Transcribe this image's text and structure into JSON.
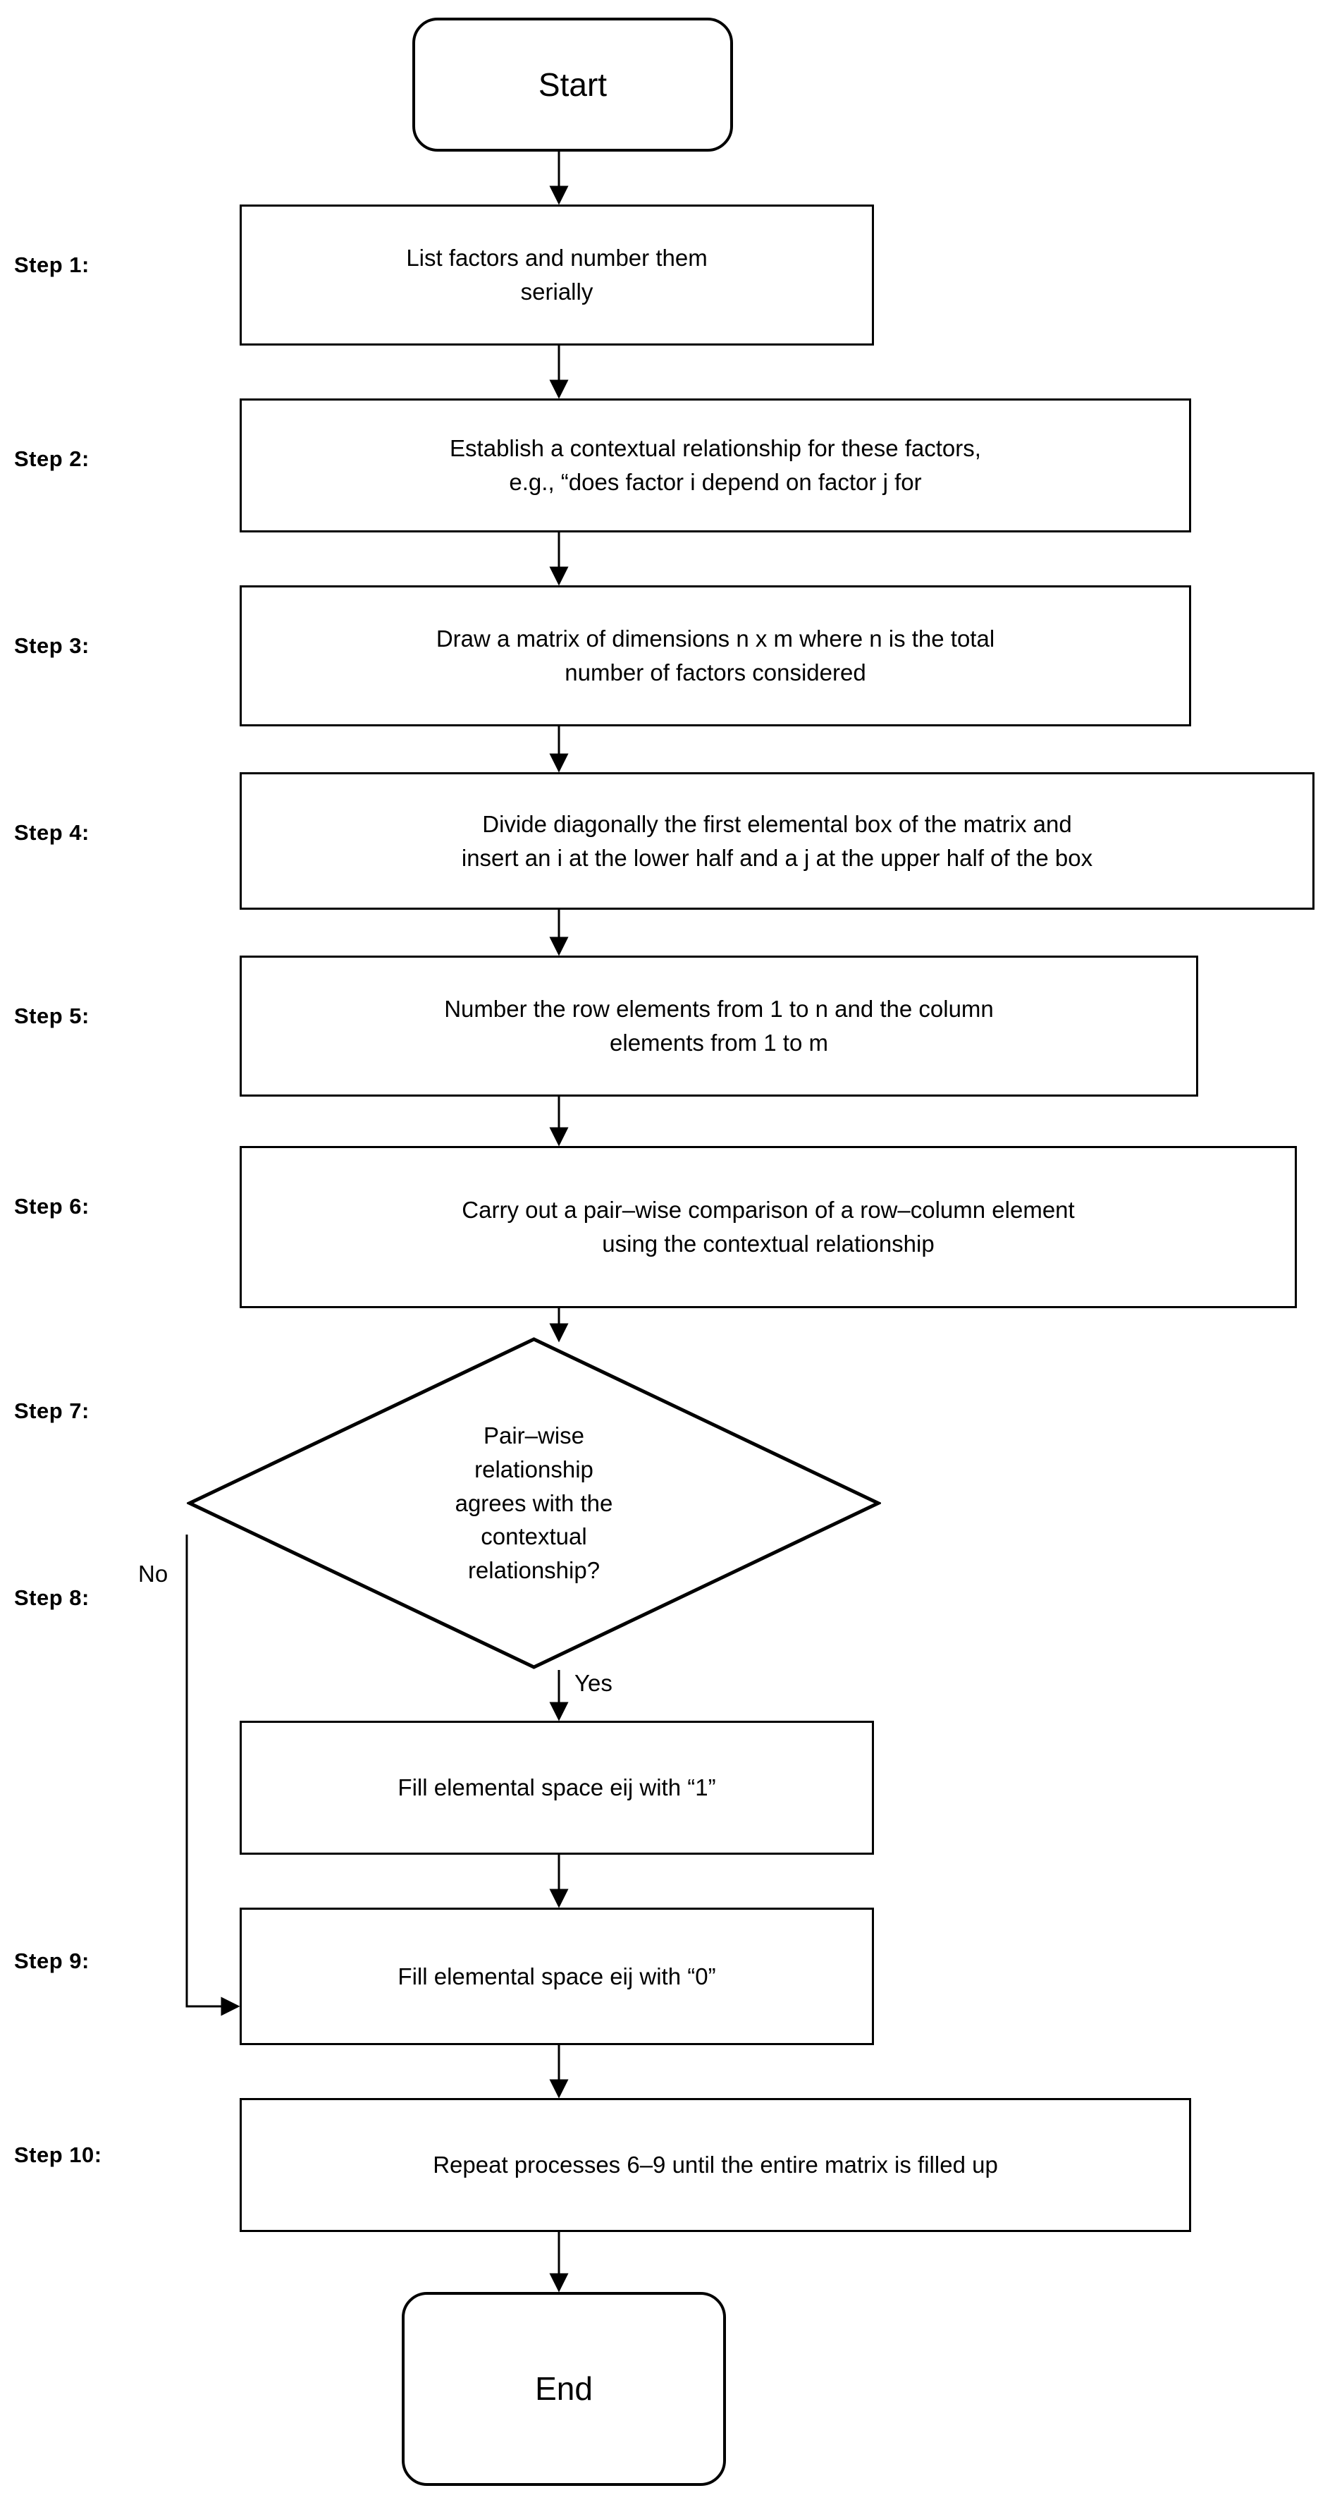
{
  "diagram": {
    "title": "ISM structural self-interaction matrix procedure flowchart",
    "type": "flowchart",
    "background_color": "#ffffff",
    "line_color": "#000000",
    "text_color": "#000000"
  },
  "step_labels": [
    {
      "id": "step-1",
      "text": "Step 1:"
    },
    {
      "id": "step-2",
      "text": "Step 2:"
    },
    {
      "id": "step-3",
      "text": "Step 3:"
    },
    {
      "id": "step-4",
      "text": "Step 4:"
    },
    {
      "id": "step-5",
      "text": "Step 5:"
    },
    {
      "id": "step-6",
      "text": "Step 6:"
    },
    {
      "id": "step-7",
      "text": "Step 7:"
    },
    {
      "id": "step-8",
      "text": "Step 8:"
    },
    {
      "id": "step-9",
      "text": "Step 9:"
    },
    {
      "id": "step-10",
      "text": "Step 10:"
    }
  ],
  "nodes": {
    "start": {
      "shape": "terminator",
      "text": "Start"
    },
    "step1": {
      "shape": "process",
      "text": "List factors and number them\nserially"
    },
    "step2": {
      "shape": "process",
      "text": "Establish a contextual relationship for these factors,\ne.g., “does factor i depend on factor j for"
    },
    "step3": {
      "shape": "process",
      "text": "Draw a matrix of dimensions n x m where n is the total\nnumber of factors considered"
    },
    "step4": {
      "shape": "process",
      "text": "Divide diagonally the first elemental box of the matrix and\ninsert an i at the lower half and a j at the upper half of the box"
    },
    "step5": {
      "shape": "process",
      "text": "Number the row elements from 1 to n and the column\nelements from 1 to m"
    },
    "step6": {
      "shape": "process",
      "text": "Carry out a pair–wise comparison of a row–column element\nusing the contextual relationship"
    },
    "step7": {
      "shape": "decision",
      "text": "Pair–wise\nrelationship\nagrees with the\ncontextual\nrelationship?"
    },
    "step8": {
      "shape": "process",
      "text": "Fill elemental space eij with “1”"
    },
    "step9": {
      "shape": "process",
      "text": "Fill elemental space eij with “0”"
    },
    "step10": {
      "shape": "process",
      "text": "Repeat processes 6–9 until the entire matrix is filled up"
    },
    "end": {
      "shape": "terminator",
      "text": "End"
    }
  },
  "edge_labels": {
    "no": "No",
    "yes": "Yes"
  },
  "chart_data": {
    "type": "flowchart",
    "title": "ISM structural self-interaction matrix procedure flowchart",
    "nodes": [
      {
        "id": "start",
        "shape": "terminator",
        "label": "Start"
      },
      {
        "id": "step1",
        "shape": "process",
        "label": "List factors and number them serially"
      },
      {
        "id": "step2",
        "shape": "process",
        "label": "Establish a contextual relationship for these factors, e.g., “does factor i depend on factor j for"
      },
      {
        "id": "step3",
        "shape": "process",
        "label": "Draw a matrix of dimensions n x m where n is the total number of factors considered"
      },
      {
        "id": "step4",
        "shape": "process",
        "label": "Divide diagonally the first elemental box of the matrix and insert an i at the lower half and a j at the upper half of the box"
      },
      {
        "id": "step5",
        "shape": "process",
        "label": "Number the row elements from 1 to n and the column elements from 1 to m"
      },
      {
        "id": "step6",
        "shape": "process",
        "label": "Carry out a pair–wise comparison of a row–column element using the contextual relationship"
      },
      {
        "id": "step7",
        "shape": "decision",
        "label": "Pair–wise relationship agrees with the contextual relationship?"
      },
      {
        "id": "step8",
        "shape": "process",
        "label": "Fill elemental space eij with “1”"
      },
      {
        "id": "step9",
        "shape": "process",
        "label": "Fill elemental space eij with “0”"
      },
      {
        "id": "step10",
        "shape": "process",
        "label": "Repeat processes 6–9 until the entire matrix is filled up"
      },
      {
        "id": "end",
        "shape": "terminator",
        "label": "End"
      }
    ],
    "edges": [
      {
        "from": "start",
        "to": "step1",
        "label": ""
      },
      {
        "from": "step1",
        "to": "step2",
        "label": ""
      },
      {
        "from": "step2",
        "to": "step3",
        "label": ""
      },
      {
        "from": "step3",
        "to": "step4",
        "label": ""
      },
      {
        "from": "step4",
        "to": "step5",
        "label": ""
      },
      {
        "from": "step5",
        "to": "step6",
        "label": ""
      },
      {
        "from": "step6",
        "to": "step7",
        "label": ""
      },
      {
        "from": "step7",
        "to": "step8",
        "label": "Yes"
      },
      {
        "from": "step7",
        "to": "step9",
        "label": "No"
      },
      {
        "from": "step8",
        "to": "step9",
        "label": ""
      },
      {
        "from": "step9",
        "to": "step10",
        "label": ""
      },
      {
        "from": "step10",
        "to": "end",
        "label": ""
      }
    ],
    "orientation": "top-to-bottom"
  }
}
